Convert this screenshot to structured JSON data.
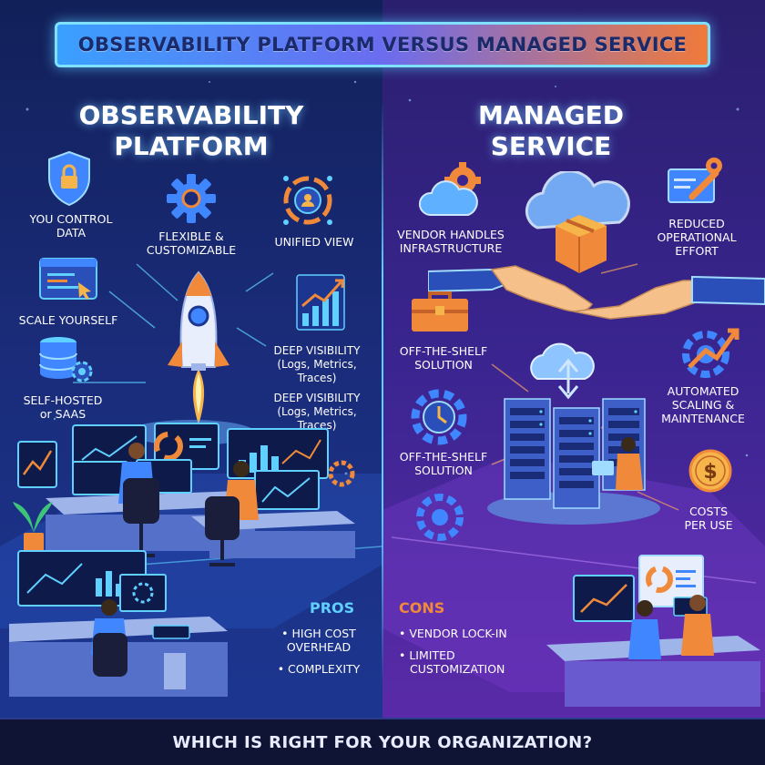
{
  "title": "OBSERVABILITY PLATFORM VERSUS MANAGED SERVICE",
  "left": {
    "heading_line1": "OBSERVABILITY",
    "heading_line2": "PLATFORM",
    "features": {
      "control_data": [
        "YOU CONTROL",
        "DATA"
      ],
      "flexible": [
        "FLEXIBLE &",
        "CUSTOMIZABLE"
      ],
      "unified": [
        "UNIFIED VIEW"
      ],
      "scale": [
        "SCALE YOURSELF"
      ],
      "deep1": [
        "DEEP VISIBILITY",
        "(Logs, Metrics,",
        "Traces)"
      ],
      "self_hosted": [
        "SELF-HOSTED",
        "or SAAS"
      ],
      "deep2": [
        "DEEP VISIBILITY",
        "(Logs, Metrics,",
        "Traces)"
      ]
    },
    "pros_title": "PROS",
    "pros_items": [
      "• HIGH COST",
      "OVERHEAD",
      "• COMPLEXITY"
    ]
  },
  "right": {
    "heading_line1": "MANAGED",
    "heading_line2": "SERVICE",
    "features": {
      "vendor": [
        "VENDOR HANDLES",
        "INFRASTRUCTURE"
      ],
      "reduced": [
        "REDUCED",
        "OPERATIONAL",
        "EFFORT"
      ],
      "ots1": [
        "OFF-THE-SHELF",
        "SOLUTION"
      ],
      "auto": [
        "AUTOMATED",
        "SCALING &",
        "MAINTENANCE"
      ],
      "ots2": [
        "OFF-THE-SHELF",
        "SOLUTION"
      ],
      "costs": [
        "COSTS",
        "PER USE"
      ]
    },
    "cons_title": "CONS",
    "cons_items": [
      "• VENDOR LOCK-IN",
      "• LIMITED",
      "CUSTOMIZATION"
    ]
  },
  "footer": "WHICH IS RIGHT FOR YOUR ORGANIZATION?",
  "colors": {
    "left_bg": "#1a2b78",
    "right_bg": "#3a2590",
    "accent_cyan": "#5fd0ff",
    "accent_orange": "#f08a3a",
    "pros_color": "#5fd0ff",
    "cons_color": "#f08a3a"
  },
  "icons": [
    "shield-lock-icon",
    "gear-icon",
    "network-hub-icon",
    "code-window-icon",
    "growth-chart-icon",
    "database-gear-icon",
    "rocket-icon",
    "cloud-gear-icon",
    "cloud-box-icon",
    "wrench-gear-icon",
    "toolbox-icon",
    "cloud-upload-icon",
    "growth-gear-icon",
    "gear-clock-icon",
    "server-rack-icon",
    "dollar-coin-icon",
    "handshake-icon"
  ]
}
